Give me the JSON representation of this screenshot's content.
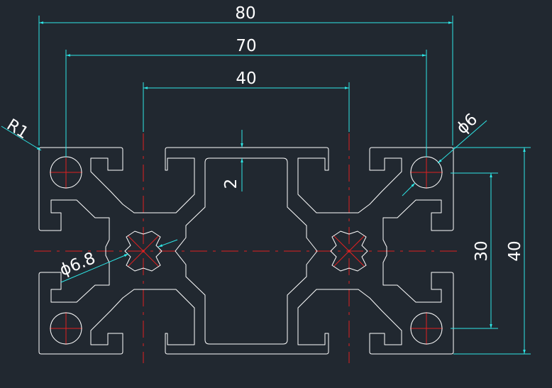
{
  "colors": {
    "background": "#212830",
    "outline": "#ffffff",
    "dimension": "#2ee6e6",
    "centerline": "#e02020"
  },
  "dimensions": {
    "width_overall": "80",
    "width_holes": "70",
    "width_slots": "40",
    "wall_thickness": "2",
    "height_holes": "30",
    "height_overall": "40",
    "radius_corner": "R1",
    "hole_diameter_corner": "ϕ6",
    "hole_diameter_center": "ϕ6.8"
  }
}
